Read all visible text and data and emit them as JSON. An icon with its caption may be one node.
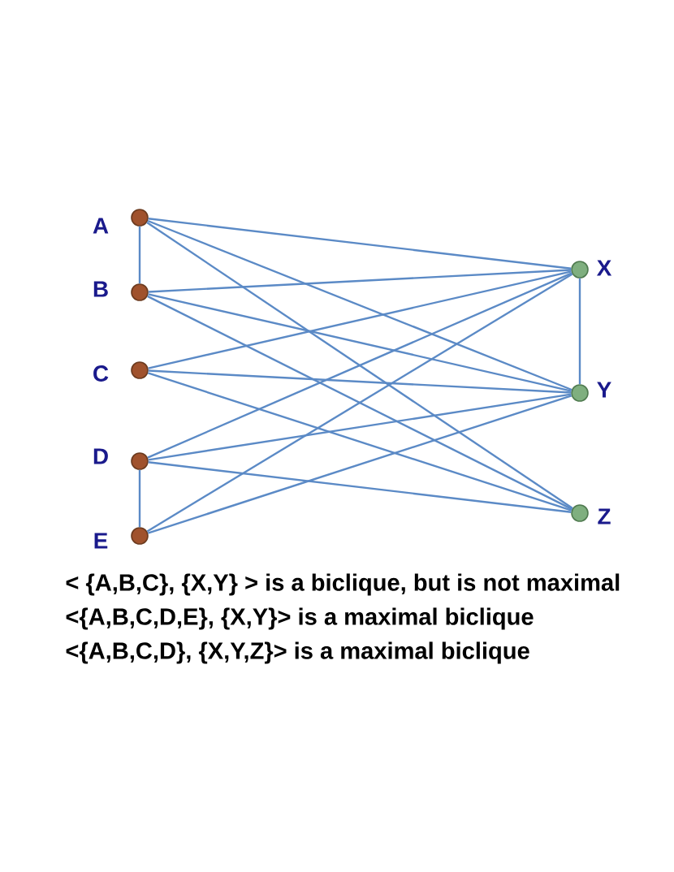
{
  "diagram": {
    "nodes": [
      {
        "text": [
          "A"
        ]
      },
      {
        "text": [
          "B"
        ]
      },
      {
        "text": [
          "C"
        ]
      },
      {
        "text": [
          "D"
        ]
      },
      {
        "text": [
          "E"
        ]
      },
      {
        "text": [
          "X"
        ]
      },
      {
        "text": [
          "Y"
        ]
      },
      {
        "text": [
          "Z"
        ]
      }
    ],
    "edges": [
      {
        "from": 0,
        "to": 1,
        "arrow": "none"
      },
      {
        "from": 3,
        "to": 4,
        "arrow": "none"
      },
      {
        "from": 5,
        "to": 6,
        "arrow": "none"
      },
      {
        "from": 0,
        "to": 5,
        "arrow": "none"
      },
      {
        "from": 0,
        "to": 6,
        "arrow": "none"
      },
      {
        "from": 0,
        "to": 7,
        "arrow": "none"
      },
      {
        "from": 1,
        "to": 5,
        "arrow": "none"
      },
      {
        "from": 1,
        "to": 6,
        "arrow": "none"
      },
      {
        "from": 1,
        "to": 7,
        "arrow": "none"
      },
      {
        "from": 2,
        "to": 5,
        "arrow": "none"
      },
      {
        "from": 2,
        "to": 6,
        "arrow": "none"
      },
      {
        "from": 2,
        "to": 7,
        "arrow": "none"
      },
      {
        "from": 3,
        "to": 5,
        "arrow": "none"
      },
      {
        "from": 3,
        "to": 6,
        "arrow": "none"
      },
      {
        "from": 3,
        "to": 7,
        "arrow": "none"
      },
      {
        "from": 4,
        "to": 5,
        "arrow": "none"
      },
      {
        "from": 4,
        "to": 6,
        "arrow": "none"
      }
    ],
    "labels": [
      "< {A,B,C}, {X,Y} > is a biclique, but is not maximal",
      "<{A,B,C,D,E}, {X,Y}> is a maximal biclique",
      "<{A,B,C,D}, {X,Y,Z}> is a maximal biclique"
    ]
  }
}
